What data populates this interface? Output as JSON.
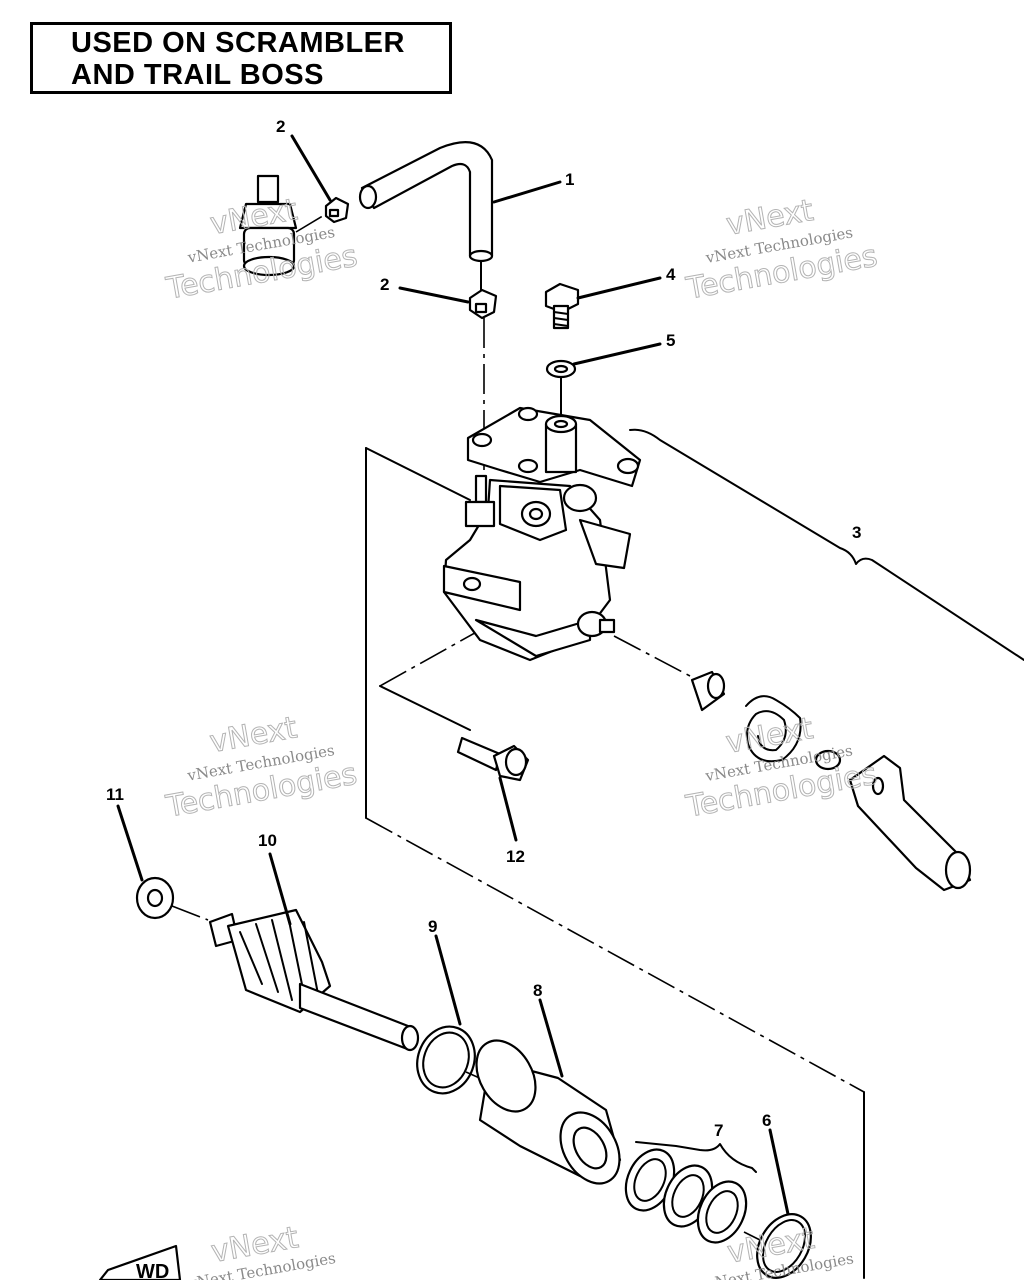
{
  "header": {
    "line1": "USED ON SCRAMBLER",
    "line2": "AND TRAIL BOSS"
  },
  "callouts": {
    "c1": "1",
    "c2a": "2",
    "c2b": "2",
    "c3": "3",
    "c4": "4",
    "c5": "5",
    "c6": "6",
    "c7": "7",
    "c8": "8",
    "c9": "9",
    "c10": "10",
    "c11": "11",
    "c12": "12"
  },
  "watermark": {
    "brand": "vNext",
    "line": "vNext Technologies",
    "word": "Technologies"
  },
  "corner_label": "WD"
}
